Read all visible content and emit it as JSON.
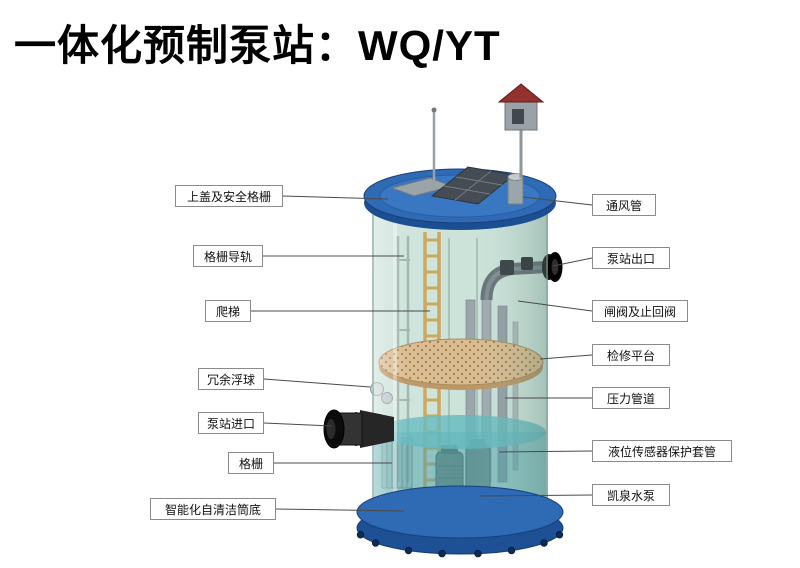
{
  "title": "一体化预制泵站：WQ/YT",
  "labels": {
    "left": [
      {
        "text": "上盖及安全格栅"
      },
      {
        "text": "格栅导轨"
      },
      {
        "text": "爬梯"
      },
      {
        "text": "冗余浮球"
      },
      {
        "text": "泵站进口"
      },
      {
        "text": "格栅"
      },
      {
        "text": "智能化自清洁筒底"
      }
    ],
    "right": [
      {
        "text": "通风管"
      },
      {
        "text": "泵站出口"
      },
      {
        "text": "闸阀及止回阀"
      },
      {
        "text": "检修平台"
      },
      {
        "text": "压力管道"
      },
      {
        "text": "液位传感器保护套管"
      },
      {
        "text": "凯泉水泵"
      }
    ]
  },
  "colors": {
    "lid_blue": "#2f6ab5",
    "base_blue": "#1d5095",
    "glass_green": "#cbe2d9",
    "water_teal": "#3e9aa6",
    "platform_tan": "#d9b98c",
    "ladder_yellow": "#c9a352"
  }
}
